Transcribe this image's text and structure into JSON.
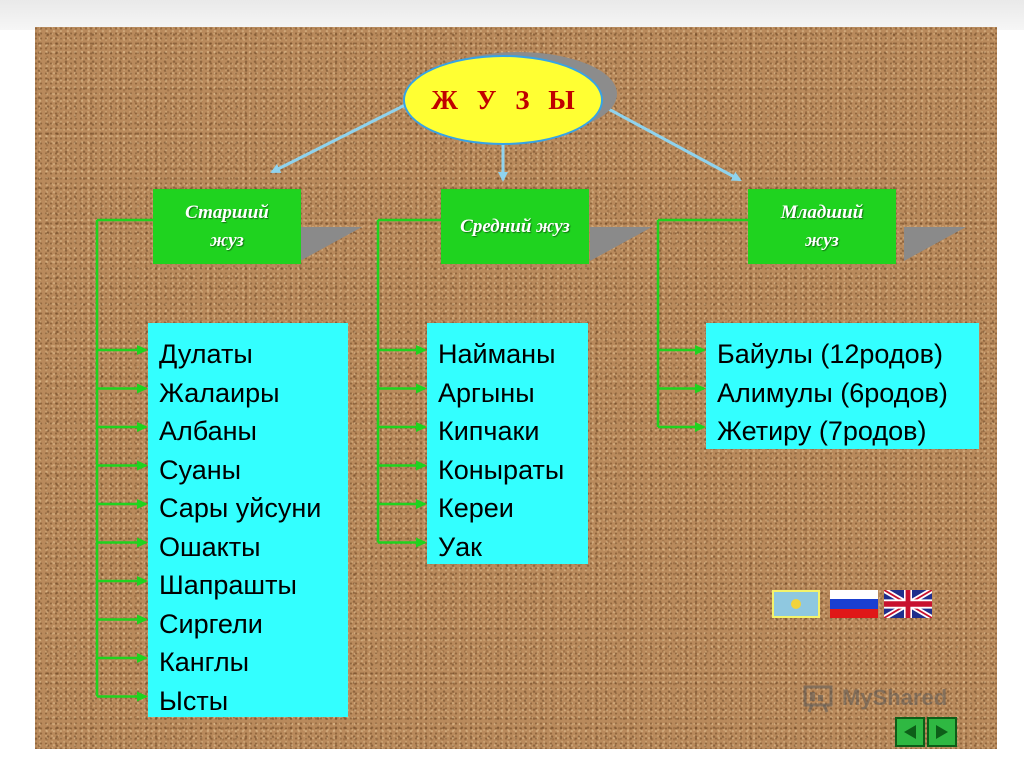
{
  "title": "Ж У З Ы",
  "zhuzes": [
    {
      "label": "Старший жуз",
      "clans": [
        "Дулаты",
        "Жалаиры",
        "Албаны",
        "Суаны",
        "Сары уйсуни",
        "Ошакты",
        "Шапрашты",
        "Сиргели",
        "Канглы",
        "Ысты"
      ]
    },
    {
      "label": "Средний жуз",
      "clans": [
        "Найманы",
        "Аргыны",
        "Кипчаки",
        "Коныраты",
        "Кереи",
        "Уак"
      ]
    },
    {
      "label": "Младший жуз",
      "clans": [
        "Байулы (12родов)",
        "Алимулы (6родов)",
        "Жетиру (7родов)"
      ]
    }
  ],
  "watermark": "MyShared",
  "colors": {
    "board": "#b98a5c",
    "title_fill": "#ffff33",
    "title_text": "#c00000",
    "zhuz_fill": "#1fd31f",
    "clan_fill": "#33ffff",
    "connector": "#1fd31f",
    "title_arrow": "#8fd3ee"
  },
  "icons": [
    "flag-kz-icon",
    "flag-ru-icon",
    "flag-uk-icon",
    "myshared-logo-icon",
    "back-arrow-icon",
    "forward-arrow-icon"
  ]
}
